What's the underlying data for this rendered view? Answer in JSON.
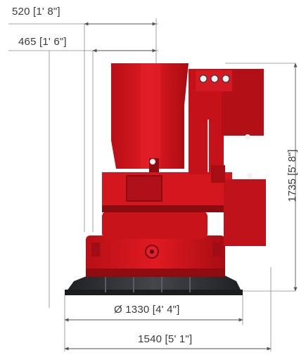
{
  "dimensions": {
    "top_width": "520 [1' 8\"]",
    "inner_width": "465 [1' 6\"]",
    "base_diameter": "Ø 1330 [4' 4\"]",
    "overall_width": "1540 [5' 1\"]",
    "overall_height": "1735 [5' 8\"]"
  },
  "colors": {
    "body_red": "#d8141c",
    "dark_red": "#9c0d12",
    "base_dark": "#2f3035",
    "dimension_line": "#6d6d6d",
    "label_text": "#3a3a3a"
  }
}
